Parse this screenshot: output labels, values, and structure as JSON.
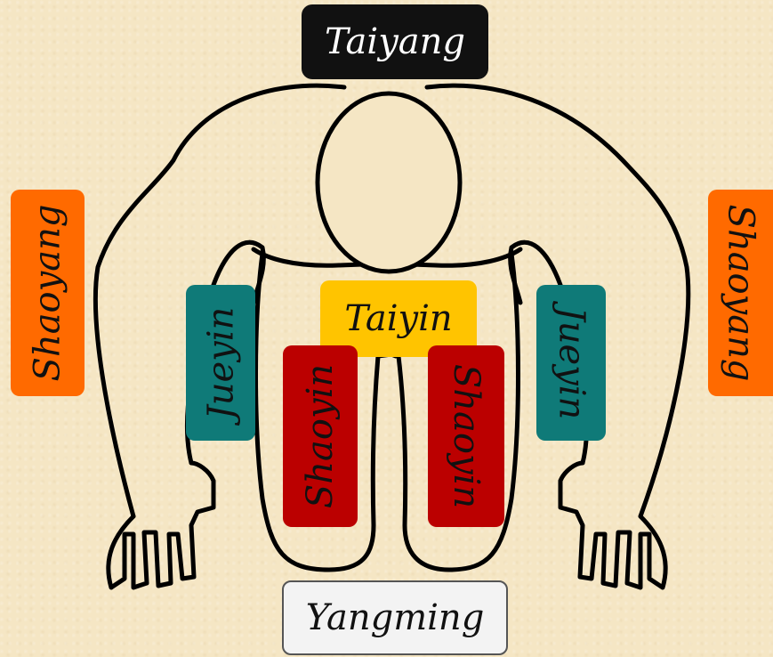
{
  "labels": {
    "taiyang": "Taiyang",
    "shaoyang_left": "Shaoyang",
    "shaoyang_right": "Shaoyang",
    "jueyin_left": "Jueyin",
    "jueyin_right": "Jueyin",
    "taiyin": "Taiyin",
    "shaoyin_left": "Shaoyin",
    "shaoyin_right": "Shaoyin",
    "yangming": "Yangming"
  },
  "colors": {
    "background": "#f5e6c4",
    "taiyang": "#111111",
    "shaoyang": "#ff6a00",
    "jueyin": "#0f7a78",
    "taiyin": "#ffc400",
    "shaoyin": "#bb0000",
    "yangming": "#f3f3f3",
    "outline": "#000000"
  }
}
